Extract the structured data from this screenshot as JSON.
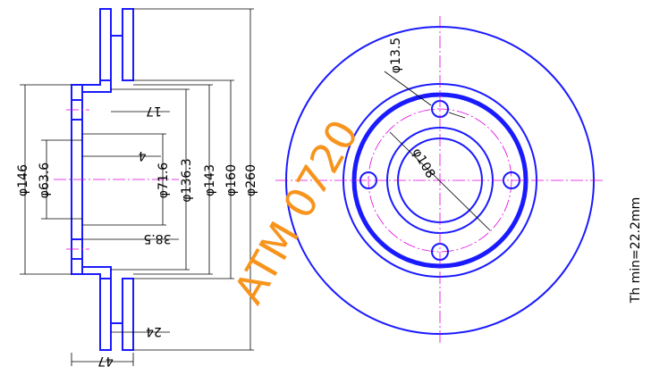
{
  "watermark": "ATM 0720",
  "thickness_note": "Th min=22.2mm",
  "dimensions": {
    "d146": "φ146",
    "d63_6": "φ63.6",
    "d71_6": "φ71.6",
    "d136_3": "φ136.3",
    "d143": "φ143",
    "d160": "φ160",
    "d260": "φ260",
    "d13_5": "φ13.5",
    "d108": "φ108",
    "l17": "17",
    "l4": "4",
    "l38_5": "38.5",
    "l24": "24",
    "l47": "47"
  },
  "colors": {
    "outline": "#1a1aff",
    "centerline": "#e000e0",
    "hatch": "#3aa050",
    "watermark": "#f7941d",
    "dimension": "#000000"
  }
}
